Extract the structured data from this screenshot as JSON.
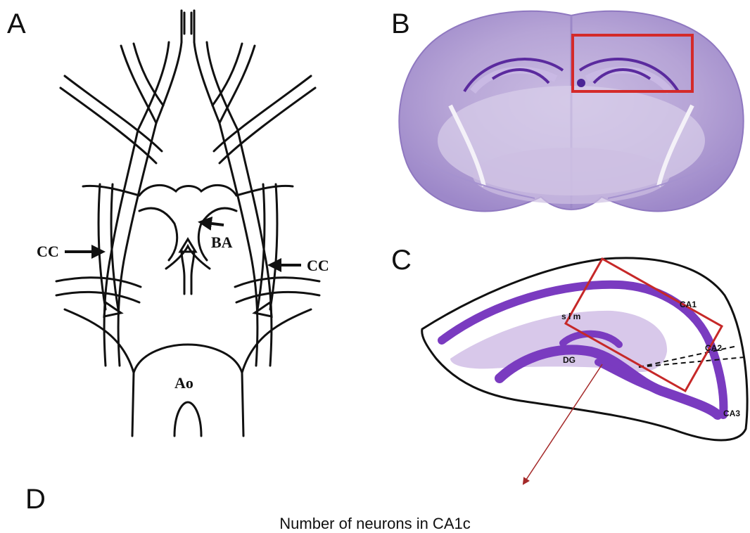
{
  "panels": {
    "a": {
      "letter": "A",
      "labels": {
        "cc_left": "CC",
        "cc_right": "CC",
        "ba": "BA",
        "ao": "Ao"
      }
    },
    "b": {
      "letter": "B"
    },
    "c": {
      "letter": "C",
      "labels": {
        "slm": "s l m",
        "ca1": "CA1",
        "ca2": "CA2",
        "ca3": "CA3",
        "dg": "DG"
      }
    },
    "d": {
      "letter": "D",
      "title": "Number of neurons in CA1c"
    }
  },
  "colors": {
    "highlight_box": "#d42a2a",
    "cell_layer": "#7a3bc0",
    "slm_fill": "#d8c8ea",
    "tissue": "#b9a9d8",
    "arrow": "#a42828"
  }
}
